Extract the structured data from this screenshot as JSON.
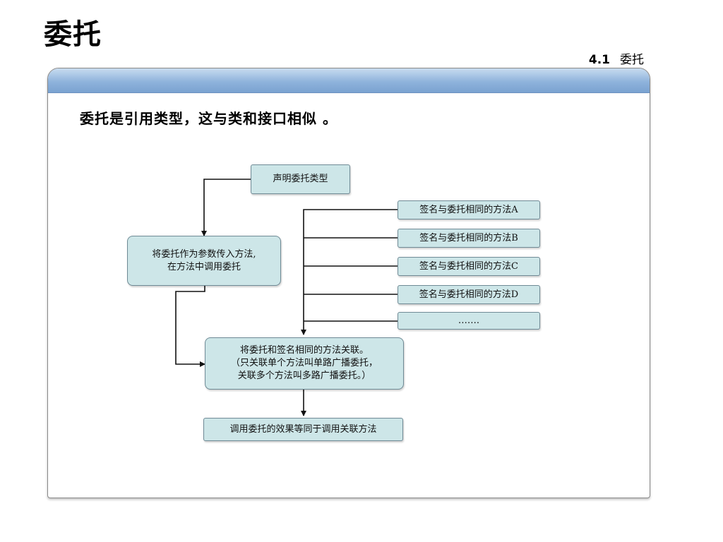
{
  "title": "委托",
  "section": {
    "number": "4.1",
    "label": "委托"
  },
  "intro": "委托是引用类型，这与类和接口相似 。",
  "diagram": {
    "declare": "声明委托类型",
    "pass": "将委托作为参数传入方法,\n在方法中调用委托",
    "methods": [
      "签名与委托相同的方法A",
      "签名与委托相同的方法B",
      "签名与委托相同的方法C",
      "签名与委托相同的方法D",
      "……."
    ],
    "associate": "将委托和签名相同的方法关联。\n（只关联单个方法叫单路广播委托，\n关联多个方法叫多路广播委托。）",
    "effect": "调用委托的效果等同于调用关联方法"
  },
  "colors": {
    "box_fill": "#cde6e8",
    "box_border": "#6f8a95",
    "header_blue": "#8fb3dc"
  }
}
